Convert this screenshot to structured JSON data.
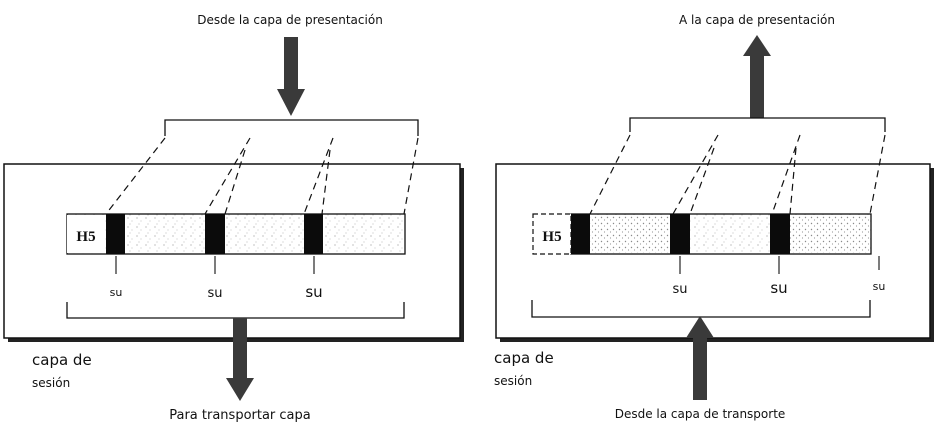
{
  "left_panel": {
    "top_label": "Desde la capa de presentación",
    "bottom_label": "Para transportar capa",
    "header": "H5",
    "su_labels": [
      "su",
      "su",
      "su"
    ],
    "layer_label_line1": "capa de",
    "layer_label_line2": "sesión"
  },
  "right_panel": {
    "top_label": "A la capa de presentación",
    "bottom_label": "Desde la capa de transporte",
    "header": "H5",
    "su_labels": [
      "su",
      "su",
      "su"
    ],
    "layer_label_line1": "capa de",
    "layer_label_line2": "sesión"
  },
  "colors": {
    "ink": "#111111",
    "arrow": "#3a3a3a",
    "stipple": "#9a9a9a"
  }
}
